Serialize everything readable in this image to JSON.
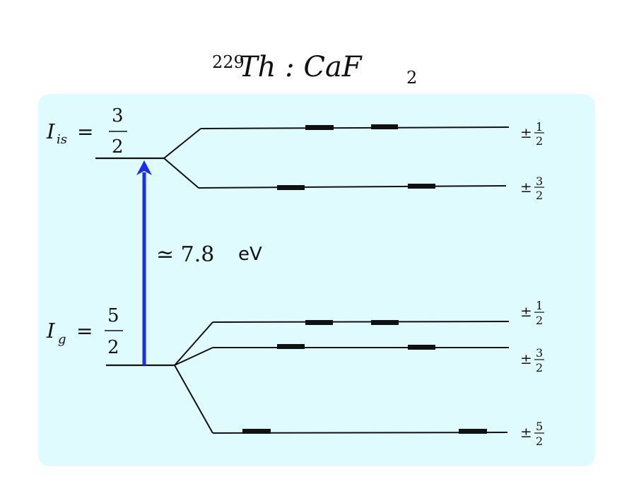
{
  "title": {
    "superscript": "229",
    "base": "Th : CaF",
    "subscript": "2"
  },
  "colors": {
    "panel_bg": "#e0fbfd",
    "arrow": "#1a2cf5",
    "line": "#111111",
    "marker": "#111111"
  },
  "levels": {
    "isomer": {
      "symbol": "I",
      "subscript": "is",
      "equals": "=",
      "numerator": "3",
      "denominator": "2"
    },
    "ground": {
      "symbol": "I",
      "subscript": "g",
      "equals": "=",
      "numerator": "5",
      "denominator": "2"
    }
  },
  "transition": {
    "label": "≃ 7.8",
    "unit": "eV"
  },
  "sublevels": {
    "isomer_upper": {
      "sign": "±",
      "numerator": "1",
      "denominator": "2"
    },
    "isomer_lower": {
      "sign": "±",
      "numerator": "3",
      "denominator": "2"
    },
    "ground_1": {
      "sign": "±",
      "numerator": "1",
      "denominator": "2"
    },
    "ground_2": {
      "sign": "±",
      "numerator": "3",
      "denominator": "2"
    },
    "ground_3": {
      "sign": "±",
      "numerator": "5",
      "denominator": "2"
    }
  }
}
